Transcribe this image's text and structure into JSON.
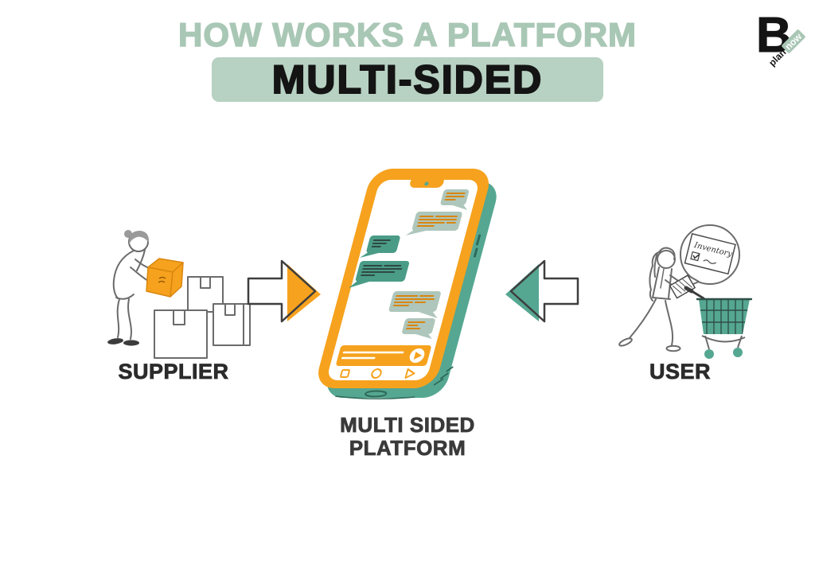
{
  "header": {
    "title_top": "HOW WORKS A PLATFORM",
    "title_main": "MULTI-SIDED"
  },
  "logo": {
    "letter": "B",
    "plan": "plan",
    "now": "now"
  },
  "diagram": {
    "supplier": {
      "label": "SUPPLIER"
    },
    "user": {
      "label": "USER",
      "speech_bubble_text": "Inventory"
    },
    "platform": {
      "label_line1": "MULTI SIDED",
      "label_line2": "PLATFORM"
    }
  },
  "icons": {
    "supplier-illustration": "person lifting orange parcel beside stacked boxes",
    "arrow-supplier-to-platform-icon": "block arrow pointing right with orange head",
    "platform-illustration": "tilted smartphone showing chat conversation",
    "arrow-user-to-platform-icon": "block arrow pointing left with teal head",
    "user-illustration": "woman pushing teal shopping cart with inventory speech bubble",
    "send-icon": "white circle with orange play arrow",
    "nav-square-icon": "square outline",
    "nav-circle-icon": "circle outline",
    "nav-triangle-icon": "triangle outline",
    "camera-dot-icon": "teal notch camera dot",
    "checkbox-checked-icon": "checked checkbox on inventory card"
  },
  "colors": {
    "sage": "#a9c7b5",
    "sage-light": "#b7d1c2",
    "sage-bubble": "#aec6bb",
    "orange": "#f6a21e",
    "orange-dark": "#d9860f",
    "teal": "#55a791",
    "teal-dark": "#4a9c87",
    "teal-deep": "#2d6a59",
    "ink": "#141414",
    "line": "#6b6b6b",
    "bubble-text-dark": "#2f4a42"
  }
}
